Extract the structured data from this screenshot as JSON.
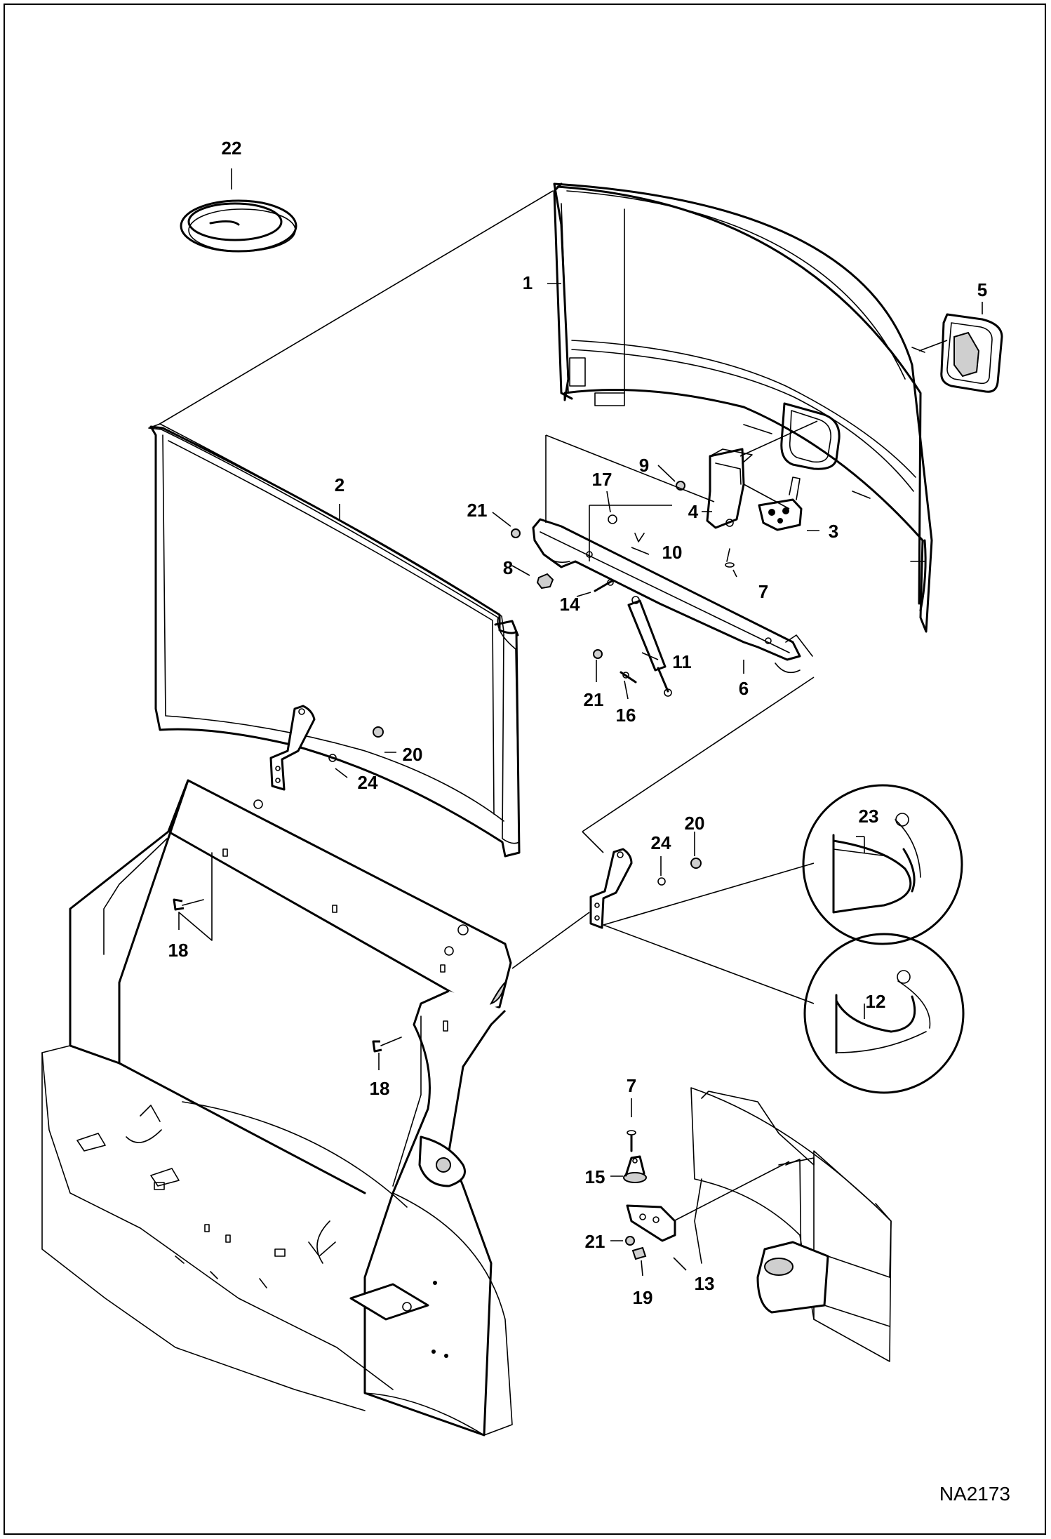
{
  "diagram": {
    "reference_id": "NA2173",
    "callouts": [
      {
        "key": "c1",
        "label": "1"
      },
      {
        "key": "c2",
        "label": "2"
      },
      {
        "key": "c3",
        "label": "3"
      },
      {
        "key": "c4",
        "label": "4"
      },
      {
        "key": "c5",
        "label": "5"
      },
      {
        "key": "c6",
        "label": "6"
      },
      {
        "key": "c7a",
        "label": "7"
      },
      {
        "key": "c7b",
        "label": "7"
      },
      {
        "key": "c8",
        "label": "8"
      },
      {
        "key": "c9",
        "label": "9"
      },
      {
        "key": "c10",
        "label": "10"
      },
      {
        "key": "c11",
        "label": "11"
      },
      {
        "key": "c12",
        "label": "12"
      },
      {
        "key": "c13",
        "label": "13"
      },
      {
        "key": "c14",
        "label": "14"
      },
      {
        "key": "c15",
        "label": "15"
      },
      {
        "key": "c16",
        "label": "16"
      },
      {
        "key": "c17",
        "label": "17"
      },
      {
        "key": "c18a",
        "label": "18"
      },
      {
        "key": "c18b",
        "label": "18"
      },
      {
        "key": "c19",
        "label": "19"
      },
      {
        "key": "c20a",
        "label": "20"
      },
      {
        "key": "c20b",
        "label": "20"
      },
      {
        "key": "c21a",
        "label": "21"
      },
      {
        "key": "c21b",
        "label": "21"
      },
      {
        "key": "c21c",
        "label": "21"
      },
      {
        "key": "c22",
        "label": "22"
      },
      {
        "key": "c23",
        "label": "23"
      },
      {
        "key": "c24a",
        "label": "24"
      },
      {
        "key": "c24b",
        "label": "24"
      }
    ]
  }
}
